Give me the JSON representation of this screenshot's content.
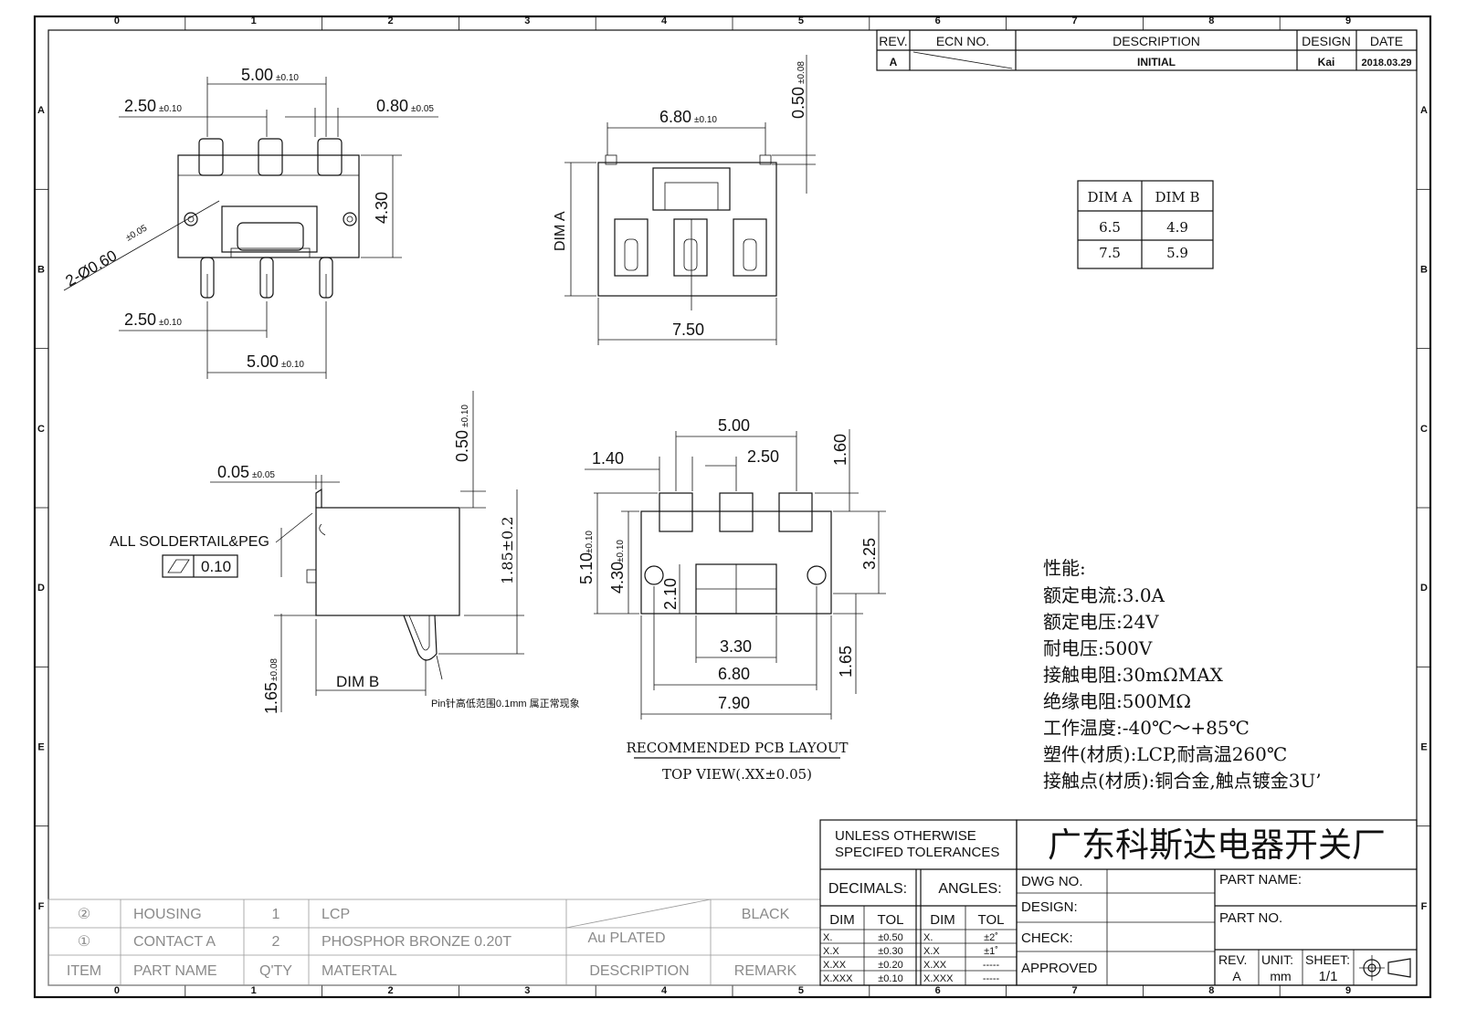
{
  "border": {
    "columns": [
      "0",
      "1",
      "2",
      "3",
      "4",
      "5",
      "6",
      "7",
      "8",
      "9"
    ],
    "rows": [
      "A",
      "B",
      "C",
      "D",
      "E",
      "F"
    ]
  },
  "revision": {
    "headers": {
      "rev": "REV.",
      "ecn": "ECN NO.",
      "description": "DESCRIPTION",
      "design": "DESIGN",
      "date": "DATE"
    },
    "row": {
      "rev": "A",
      "description": "INITIAL",
      "design": "Kai",
      "date": "2018.03.29"
    }
  },
  "dim_table": {
    "headers": [
      "DIM A",
      "DIM B"
    ],
    "rows": [
      [
        "6.5",
        "4.9"
      ],
      [
        "7.5",
        "5.9"
      ]
    ]
  },
  "top_view": {
    "dims": [
      "5.00",
      "±0.10",
      "2.50",
      "±0.10",
      "0.80",
      "±0.05",
      "4.30",
      "2-Ø0.60",
      "±0.05",
      "2.50",
      "±0.10",
      "5.00",
      "±0.10"
    ]
  },
  "front_view": {
    "dims": [
      "6.80",
      "±0.10",
      "0.50",
      "±0.08",
      "DIM A",
      "7.50"
    ]
  },
  "side_view": {
    "dims": [
      "0.05",
      "±0.05",
      "0.50",
      "±0.10",
      "1.85±0.2",
      "1.65",
      "±0.08",
      "DIM B"
    ],
    "callout": "ALL SOLDERTAIL&PEG",
    "flatness": "0.10",
    "pin_note": "Pin针高低范围0.1mm  属正常现象"
  },
  "pcb_layout": {
    "dims": [
      "5.00",
      "2.50",
      "1.40",
      "1.60",
      "5.10",
      "±0.10",
      "4.30",
      "±0.10",
      "2.10",
      "3.25",
      "3.30",
      "6.80",
      "7.90",
      "1.65"
    ],
    "title": "RECOMMENDED PCB LAYOUT",
    "subtitle": "TOP VIEW(.XX±0.05)"
  },
  "specs": {
    "heading": "性能:",
    "lines": [
      "额定电流:3.0A",
      "额定电压:24V",
      "耐电压:500V",
      "接触电阻:30mΩMAX",
      "绝缘电阻:500MΩ",
      "工作温度:-40℃～+85℃",
      "塑件(材质):LCP,耐高温260℃",
      "接触点(材质):铜合金,触点镀金3U’"
    ]
  },
  "bom": {
    "headers": {
      "item": "ITEM",
      "part": "PART NAME",
      "qty": "Q'TY",
      "material": "MATERTAL",
      "description": "DESCRIPTION",
      "remark": "REMARK"
    },
    "rows": [
      {
        "item": "②",
        "part": "HOUSING",
        "qty": "1",
        "material": "LCP",
        "description": "",
        "remark": "BLACK"
      },
      {
        "item": "①",
        "part": "CONTACT A",
        "qty": "2",
        "material": "PHOSPHOR BRONZE 0.20T",
        "description": "Au PLATED",
        "remark": ""
      }
    ]
  },
  "tolerances": {
    "header": [
      "UNLESS OTHERWISE",
      "SPECIFED TOLERANCES"
    ],
    "decimals": "DECIMALS:",
    "angles": "ANGLES:",
    "col_dim": "DIM",
    "col_tol": "TOL",
    "decimal_rows": [
      [
        "X.",
        "±0.50"
      ],
      [
        "X.X",
        "±0.30"
      ],
      [
        "X.XX",
        "±0.20"
      ],
      [
        "X.XXX",
        "±0.10"
      ]
    ],
    "angle_rows": [
      [
        "X.",
        "±2˚"
      ],
      [
        "X.X",
        "±1˚"
      ],
      [
        "X.XX",
        "-----"
      ],
      [
        "X.XXX",
        "-----"
      ]
    ]
  },
  "title_block": {
    "company": "广东科斯达电器开关厂",
    "dwg_no": "DWG NO.",
    "design": "DESIGN:",
    "check": "CHECK:",
    "approved": "APPROVED",
    "part_name": "PART NAME:",
    "part_no": "PART NO.",
    "rev_label": "REV.",
    "rev_value": "A",
    "unit_label": "UNIT:",
    "unit_value": "mm",
    "sheet_label": "SHEET:",
    "sheet_value": "1/1"
  }
}
